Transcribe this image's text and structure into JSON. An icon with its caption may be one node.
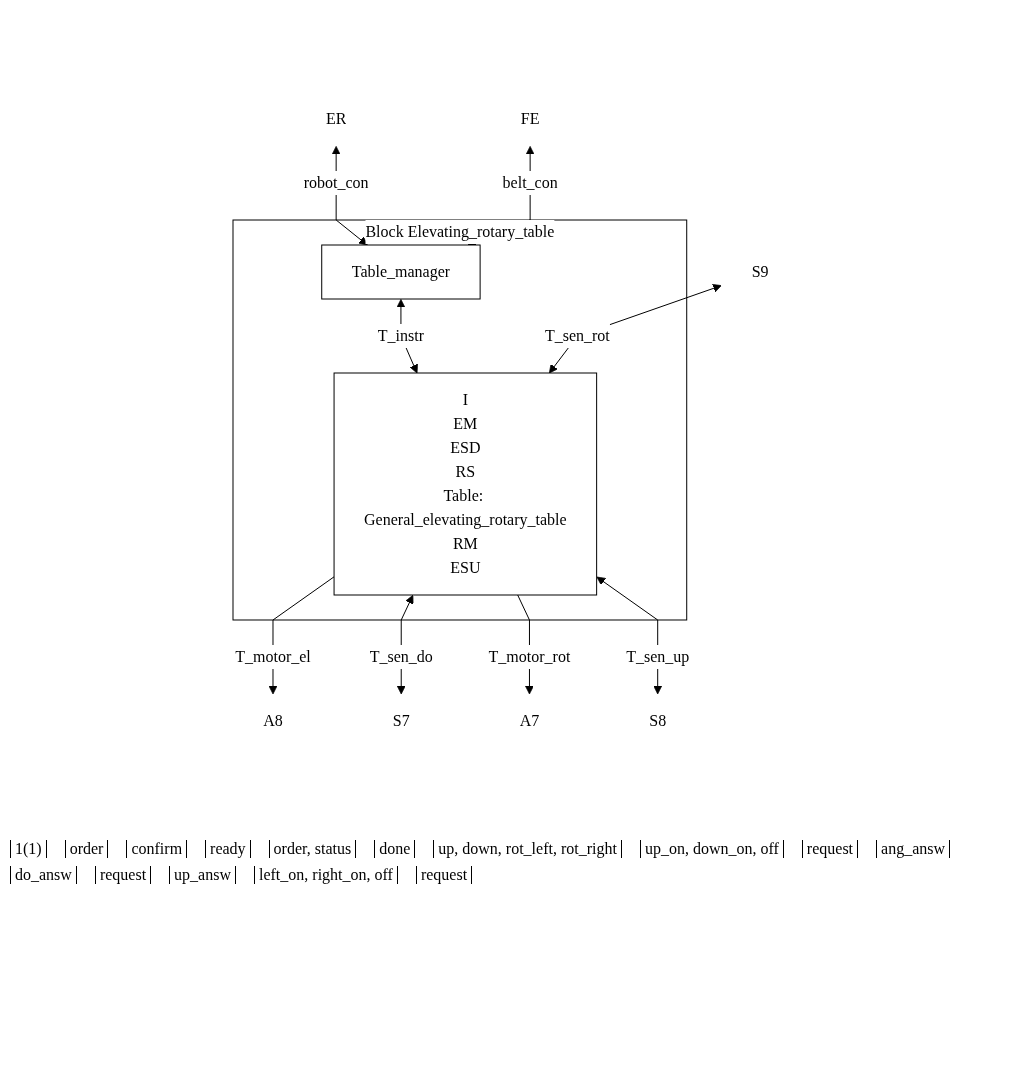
{
  "diagram": {
    "nodes": [
      {
        "text": [
          "ER"
        ]
      },
      {
        "text": [
          "Block Elevating_rotary_table"
        ]
      },
      {
        "text": [
          "Table_manager"
        ],
        "in": 1
      },
      {
        "text": [
          "FE"
        ]
      },
      {
        "text": [
          "A8"
        ]
      },
      {
        "text": [
          "I",
          "EM",
          "ESD",
          "RS",
          "Table: General_elevating_rotary_table",
          "RM",
          "ESU"
        ],
        "in": 1
      },
      {
        "text": [
          "S9"
        ]
      },
      {
        "text": [
          "S7"
        ]
      },
      {
        "text": [
          "A7"
        ]
      },
      {
        "text": [
          "S8"
        ]
      }
    ],
    "edges": [
      {
        "from": 0,
        "to": 2,
        "arrow": "both",
        "label": "robot_con"
      },
      {
        "from": 3,
        "to": 2,
        "arrow": "both",
        "label": "belt_con"
      },
      {
        "from": 2,
        "to": 5,
        "arrow": "both",
        "label": "T_instr"
      },
      {
        "from": 5,
        "to": 4,
        "arrow": "to",
        "label": "T_motor_el"
      },
      {
        "from": 6,
        "to": 5,
        "arrow": "both",
        "label": "T_sen_rot"
      },
      {
        "from": 5,
        "to": 7,
        "arrow": "both",
        "label": "T_sen_do"
      },
      {
        "from": 5,
        "to": 8,
        "arrow": "to",
        "label": "T_motor_rot"
      },
      {
        "from": 5,
        "to": 9,
        "arrow": "both",
        "label": "T_sen_up"
      }
    ],
    "labels": [
      "1(1)",
      "order",
      "confirm",
      "ready",
      "order, status",
      "done",
      "up, down, rot_left, rot_right",
      "up_on, down_on, off",
      "request",
      "ang_answ",
      "do_answ",
      "request",
      "up_answ",
      "left_on, right_on, off",
      "request"
    ]
  }
}
